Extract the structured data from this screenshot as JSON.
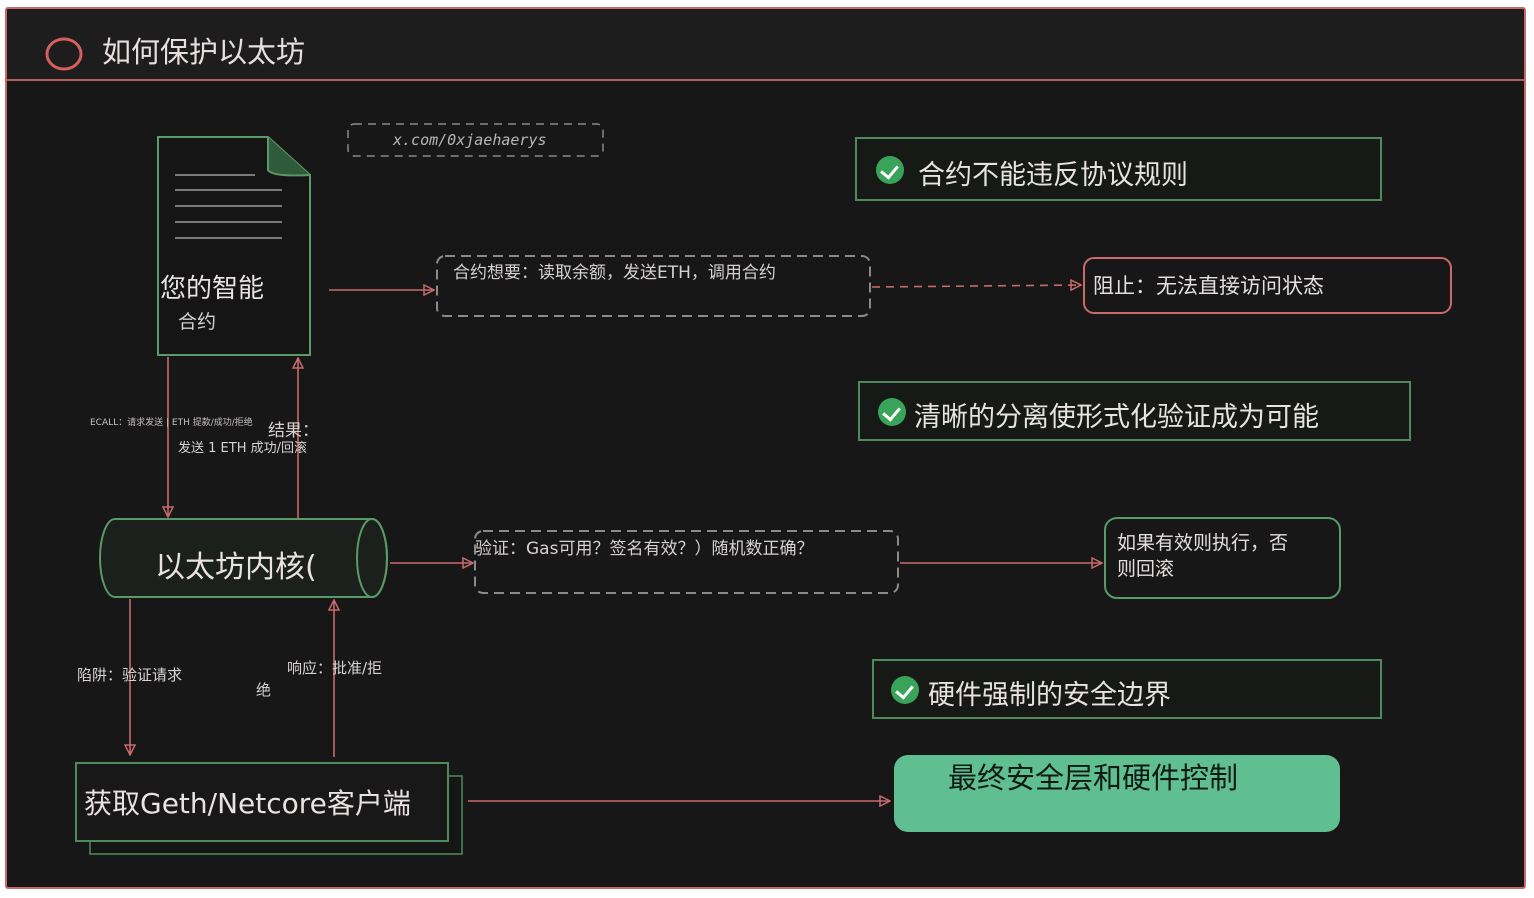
{
  "title": "如何保护以太坊",
  "handle": "x.com/0xjaehaerys",
  "contract": {
    "line1": "您的智能",
    "line2": "合约"
  },
  "kernel": "以太坊内核(",
  "client": "获取Geth/Netcore客户端",
  "ecall_label": "ECALL：请求发送 | ETH 提款/成功/拒绝",
  "result_label": {
    "line1": "结果：",
    "line2": "发送 1 ETH 成功/回滚"
  },
  "trap_label": "陷阱：验证请求",
  "response_label": {
    "line1": "响应：批准/拒",
    "line2": "绝"
  },
  "contract_wants": "合约想要：读取余额，发送ETH，调用合约",
  "block": "阻止：无法直接访问状态",
  "verify": "验证：Gas可用？签名有效？）随机数正确？",
  "execute": {
    "line1": "如果有效则执行，否",
    "line2": "则回滚"
  },
  "benefits": [
    "合约不能违反协议规则",
    "清晰的分离使形式化验证成为可能",
    "硬件强制的安全边界"
  ],
  "final": "最终安全层和硬件控制",
  "colors": {
    "accent_red": "#c86a6a",
    "green_border": "#4f8a5c",
    "final_fill": "#5fbf90",
    "check": "#3aa35a"
  }
}
